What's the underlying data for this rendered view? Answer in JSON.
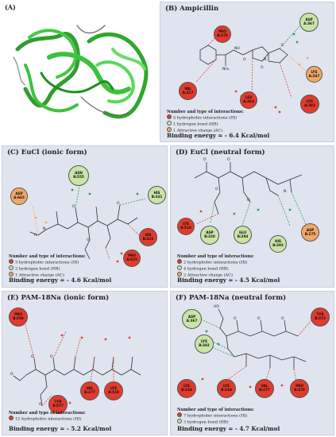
{
  "panel_a": {
    "label": "(A)"
  },
  "panel_b": {
    "title": "(B) Ampicillin",
    "legend_heading": "Number and type of interactions:",
    "legend_items": [
      "5 hydrophobic interactions (HI)",
      "1 hydrogen bond (HB)",
      "1 Attractive charge (AC)"
    ],
    "energy": "Binding energy = - 6.4 Kcal/mol",
    "residues": [
      {
        "name": "PRO",
        "num": "B:370"
      },
      {
        "name": "ASP",
        "num": "A:367"
      },
      {
        "name": "LYS",
        "num": "A:247"
      },
      {
        "name": "VAL",
        "num": "A:217"
      },
      {
        "name": "LEU",
        "num": "A:363"
      },
      {
        "name": "LYS",
        "num": "A:382"
      }
    ],
    "atom_labels": [
      "NH",
      "N",
      "S",
      "O",
      "O",
      "NH₂"
    ]
  },
  "panel_c": {
    "title": "(C) EuCl (ionic form)",
    "legend_heading": "Number and type of interactions:",
    "legend_items": [
      "3 hydrophobic interactions (HI)",
      "2 hydrogen bond (HB)",
      "1 Attractive charge (AC)"
    ],
    "energy": "Binding energy = - 4.6 Kcal/mol",
    "residues": [
      {
        "name": "ASN",
        "num": "B:555"
      },
      {
        "name": "ASP",
        "num": "A:665"
      },
      {
        "name": "HIS",
        "num": "B:331"
      },
      {
        "name": "HIS",
        "num": "B:331"
      },
      {
        "name": "PRO",
        "num": "A:625"
      }
    ],
    "atom_labels": [
      "N",
      "H",
      "O",
      "O",
      "O"
    ]
  },
  "panel_d": {
    "title": "(D) EuCl (neutral form)",
    "legend_heading": "Number and type of interactions:",
    "legend_items": [
      "2 hydrophobic interactions (HI)",
      "4 hydrogen bond (HB)",
      "2 Attractive charge (AC)"
    ],
    "energy": "Binding energy = - 4.5 Kcal/mol",
    "residues": [
      {
        "name": "LYS",
        "num": "B:519"
      },
      {
        "name": "ASP",
        "num": "B:320"
      },
      {
        "name": "GLU",
        "num": "B:294"
      },
      {
        "name": "HIS",
        "num": "B:293"
      },
      {
        "name": "ASP",
        "num": "B:275"
      }
    ],
    "atom_labels": [
      "N",
      "O",
      "O",
      "O",
      "O"
    ]
  },
  "panel_e": {
    "title": "(E) PAM-18Na (ionic form)",
    "legend_heading": "Number and type of interactions:",
    "legend_items": [
      "12 hydrophobic interactions (HI)"
    ],
    "energy": "Binding energy = - 5.2 Kcal/mol",
    "residues": [
      {
        "name": "PRO",
        "num": "B:258"
      },
      {
        "name": "VAL",
        "num": "B:277"
      },
      {
        "name": "LYS",
        "num": "B:519"
      },
      {
        "name": "TYR",
        "num": "B:577"
      }
    ],
    "atom_labels": [
      "O",
      "O",
      "O",
      "O"
    ]
  },
  "panel_f": {
    "title": "(F) PAM-18Na (neutral form)",
    "legend_heading": "Number and type of interactions:",
    "legend_items": [
      "7 hydrophobic interactions (HI)",
      "3 hydrogen bond (HB)"
    ],
    "energy": "Binding energy = - 4.7 Kcal/mol",
    "residues": [
      {
        "name": "ASP",
        "num": "A:367"
      },
      {
        "name": "LYS",
        "num": "B:382"
      },
      {
        "name": "TYR",
        "num": "B:373"
      },
      {
        "name": "LYS",
        "num": "B:218"
      },
      {
        "name": "LYS",
        "num": "B:219"
      },
      {
        "name": "VAL",
        "num": "B:277"
      },
      {
        "name": "PRO",
        "num": "B:370"
      }
    ],
    "atom_labels": [
      "HO",
      "O",
      "O",
      "O"
    ]
  },
  "colors": {
    "panel_bg": "#dfe4ef",
    "hydrophobic": "#e23a2c",
    "hydrogen_bond": "#c9e5a6",
    "attractive_charge": "#f3a767",
    "protein": "#3cc23c"
  }
}
